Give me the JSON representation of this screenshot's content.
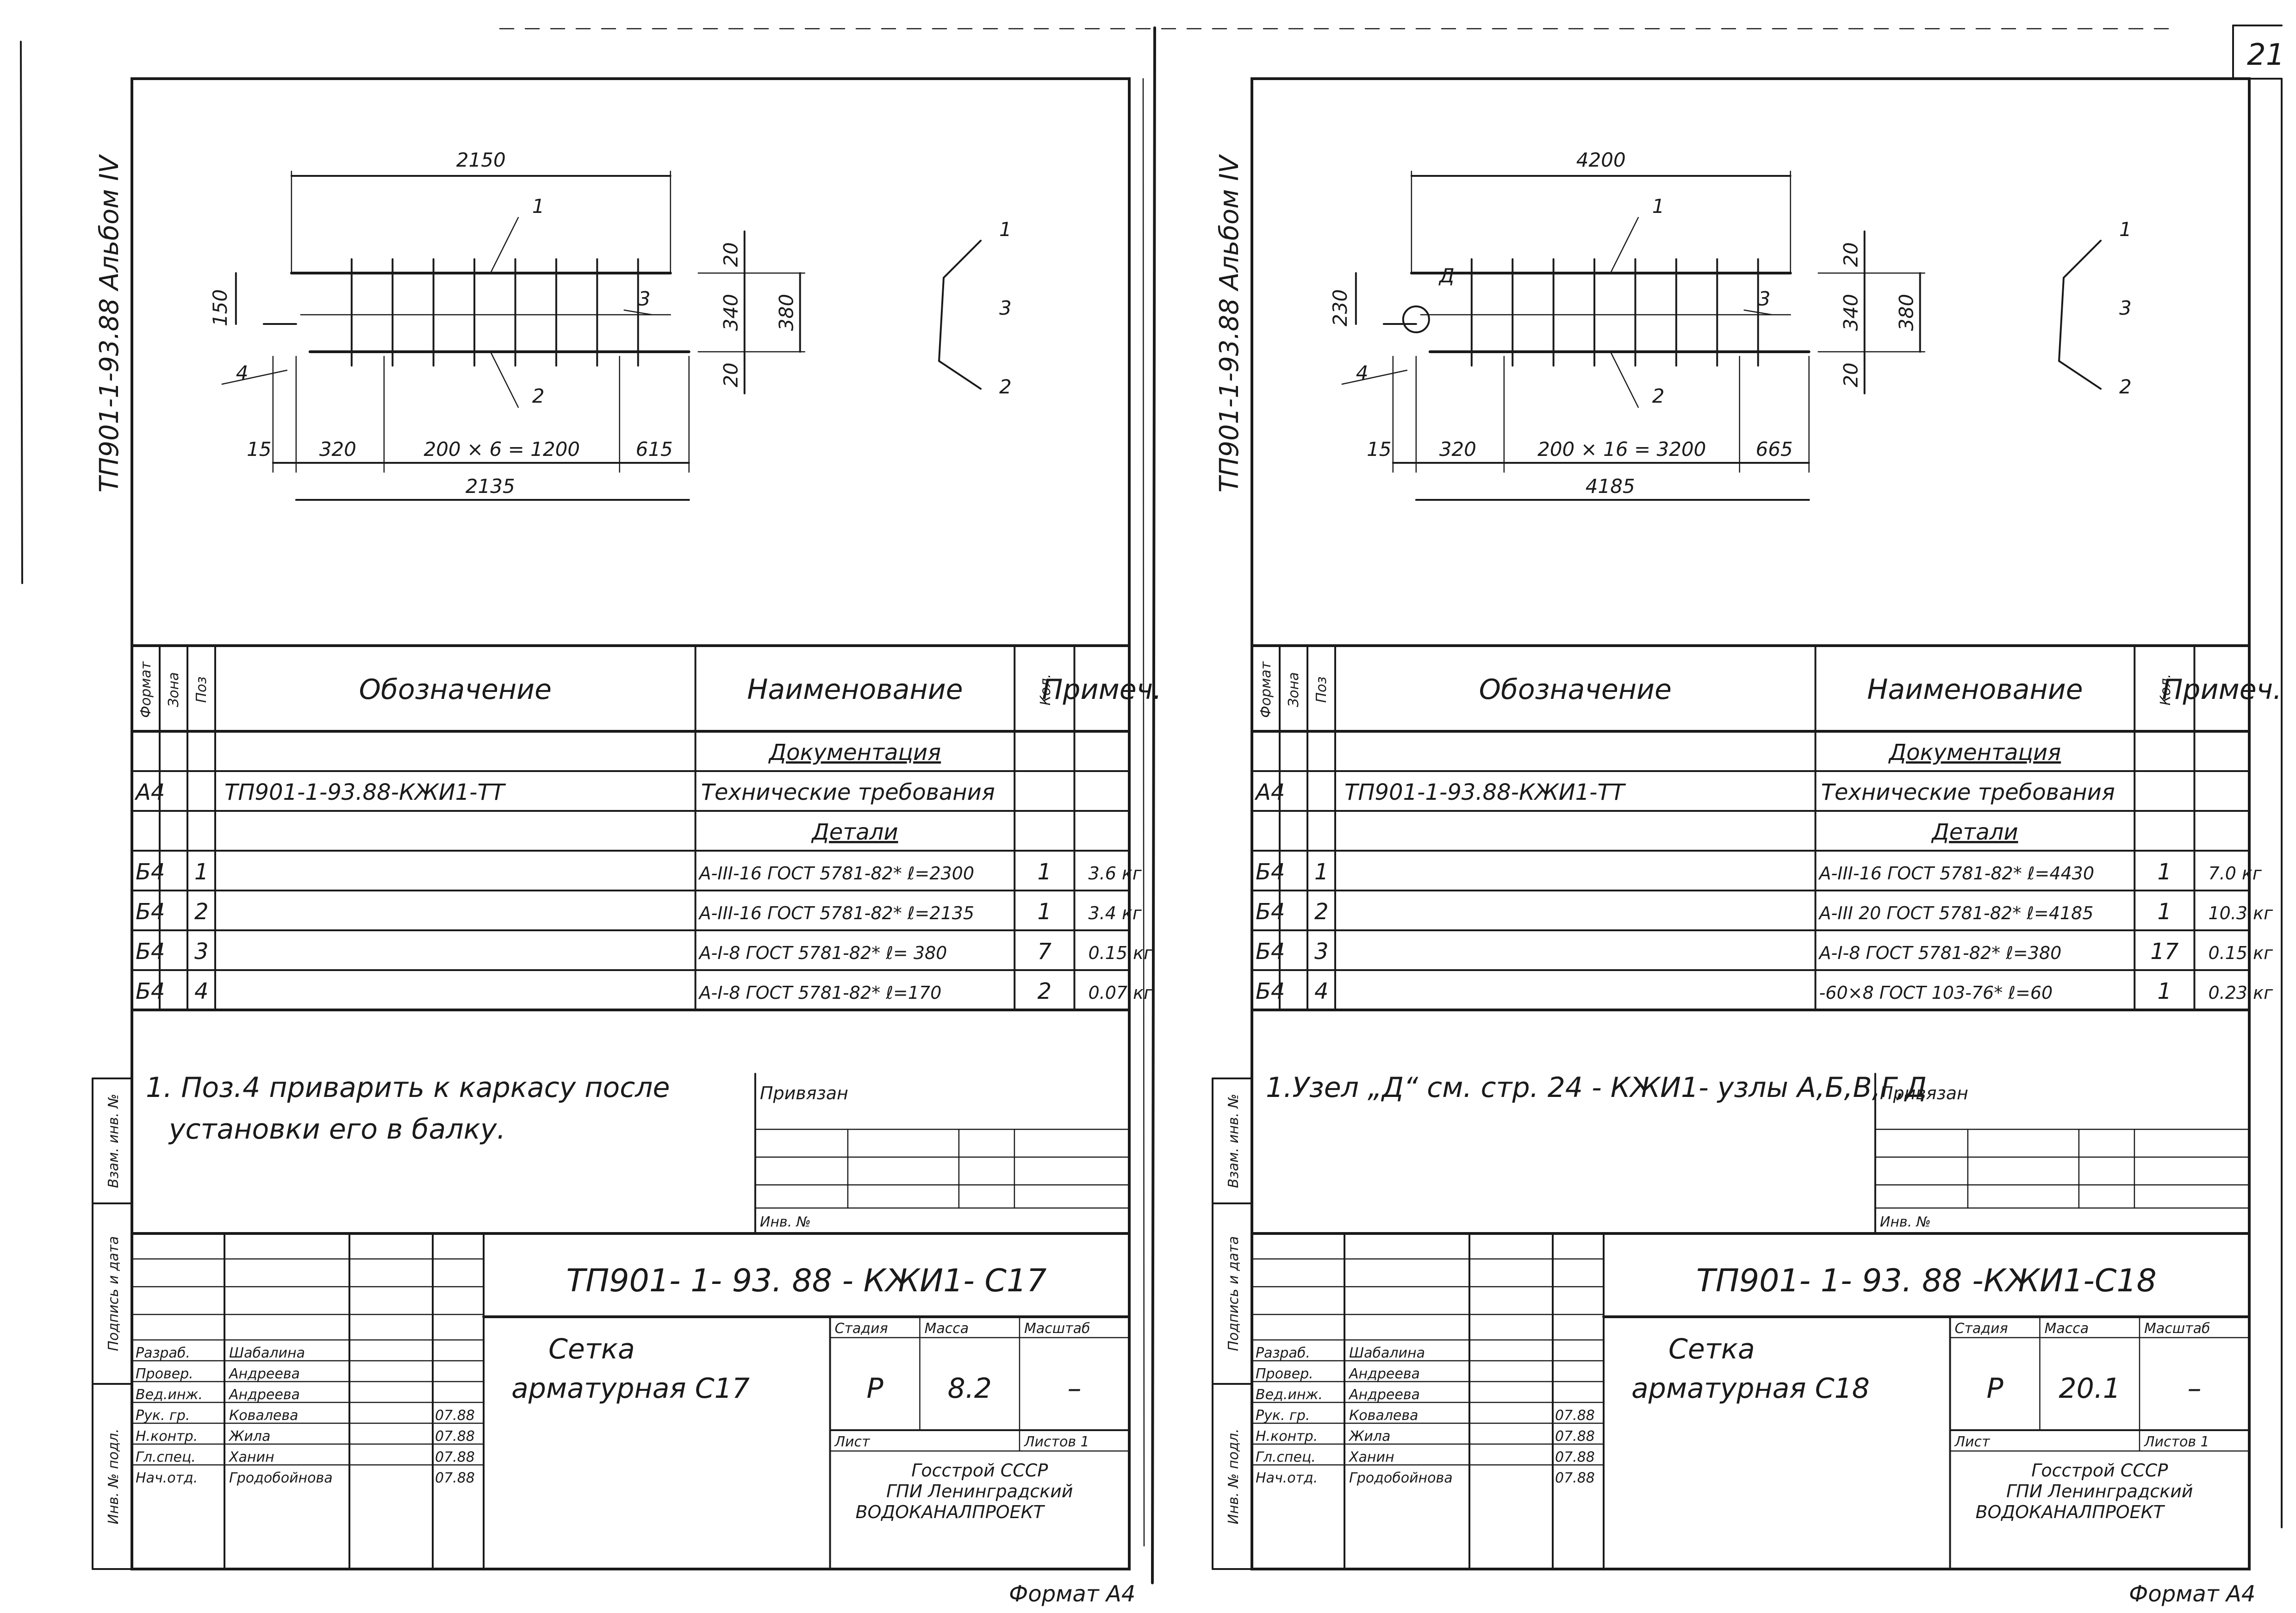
{
  "page_number": "21",
  "format_label": "Формат А4",
  "headers": {
    "format": "Формат",
    "zone": "Зона",
    "pos": "Поз",
    "designation": "Обозначение",
    "name": "Наименование",
    "qty": "Кол.",
    "note": "Примеч."
  },
  "side_labels": {
    "inv_sub": "Инв. № подл.",
    "sign_date": "Подпись и дата",
    "vzam_inv": "Взам. инв. №"
  },
  "title_block_labels": {
    "stage": "Стадия",
    "mass": "Масса",
    "scale": "Масштаб",
    "sheet": "Лист",
    "sheets": "Листов 1",
    "attached": "Привязан",
    "inv_no": "Инв. №"
  },
  "roles": [
    "Разраб.",
    "Провер.",
    "Вед.инж.",
    "Рук. гр.",
    "Н.контр.",
    "Гл.спец.",
    "Нач.отд."
  ],
  "org": [
    "Госстрой СССР",
    "ГПИ Ленинградский",
    "ВОДОКАНАЛПРОЕКТ"
  ],
  "sheets": [
    {
      "album_label": "ТП901-1-93.88 Альбом IV",
      "dims": {
        "top_len": "2150",
        "bottom_len": "2135",
        "offset": "150",
        "seg_start": "15",
        "seg_first": "320",
        "seg_mid": "200 × 6 = 1200",
        "seg_end": "615",
        "h_top": "20",
        "h_mid": "340",
        "h_total": "380",
        "h_bot": "20",
        "node": ""
      },
      "pos_labels": [
        "1",
        "2",
        "3",
        "4"
      ],
      "section_labels": [
        "1",
        "3",
        "2"
      ],
      "doc_row": {
        "fmt": "А4",
        "designation": "ТП901-1-93.88-КЖИ1-ТТ",
        "name": "Технические требования"
      },
      "sections": {
        "docs": "Документация",
        "parts": "Детали"
      },
      "rows": [
        {
          "fmt": "Б4",
          "pos": "1",
          "name": "А-III-16 ГОСТ 5781-82* ℓ=2300",
          "qty": "1",
          "note": "3.6 кг"
        },
        {
          "fmt": "Б4",
          "pos": "2",
          "name": "А-III-16 ГОСТ 5781-82* ℓ=2135",
          "qty": "1",
          "note": "3.4 кг"
        },
        {
          "fmt": "Б4",
          "pos": "3",
          "name": "А-I-8 ГОСТ 5781-82* ℓ= 380",
          "qty": "7",
          "note": "0.15 кг"
        },
        {
          "fmt": "Б4",
          "pos": "4",
          "name": "А-I-8 ГОСТ 5781-82* ℓ=170",
          "qty": "2",
          "note": "0.07 кг"
        }
      ],
      "note_lines": [
        "1. Поз.4 приварить к каркасу после",
        "установки его в балку."
      ],
      "code": "ТП901- 1- 93. 88 - КЖИ1- С17",
      "title_lines": [
        "Сетка",
        "арматурная С17"
      ],
      "stage": "Р",
      "mass": "8.2",
      "scale": "–",
      "names": [
        "Шабалина",
        "Андреева",
        "Андреева",
        "Ковалева",
        "Жила",
        "Ханин",
        "Гродобойнова"
      ],
      "dates": [
        "",
        "",
        "",
        "07.88",
        "07.88",
        "07.88",
        "07.88"
      ]
    },
    {
      "album_label": "ТП901-1-93.88 Альбом IV",
      "dims": {
        "top_len": "4200",
        "bottom_len": "4185",
        "offset": "230",
        "seg_start": "15",
        "seg_first": "320",
        "seg_mid": "200 × 16 = 3200",
        "seg_end": "665",
        "h_top": "20",
        "h_mid": "340",
        "h_total": "380",
        "h_bot": "20",
        "node": "Д"
      },
      "pos_labels": [
        "1",
        "2",
        "3",
        "4"
      ],
      "section_labels": [
        "1",
        "3",
        "2"
      ],
      "doc_row": {
        "fmt": "А4",
        "designation": "ТП901-1-93.88-КЖИ1-ТТ",
        "name": "Технические требования"
      },
      "sections": {
        "docs": "Документация",
        "parts": "Детали"
      },
      "rows": [
        {
          "fmt": "Б4",
          "pos": "1",
          "name": "А-III-16 ГОСТ 5781-82* ℓ=4430",
          "qty": "1",
          "note": "7.0 кг"
        },
        {
          "fmt": "Б4",
          "pos": "2",
          "name": "А-III 20 ГОСТ 5781-82* ℓ=4185",
          "qty": "1",
          "note": "10.3 кг"
        },
        {
          "fmt": "Б4",
          "pos": "3",
          "name": "А-I-8 ГОСТ 5781-82* ℓ=380",
          "qty": "17",
          "note": "0.15 кг"
        },
        {
          "fmt": "Б4",
          "pos": "4",
          "name": "-60×8 ГОСТ 103-76* ℓ=60",
          "qty": "1",
          "note": "0.23 кг"
        }
      ],
      "note_lines": [
        "1.Узел „Д“ см. стр. 24 - КЖИ1- узлы А,Б,В,Г,Д",
        ""
      ],
      "code": "ТП901- 1- 93. 88  -КЖИ1-С18",
      "title_lines": [
        "Сетка",
        "арматурная С18"
      ],
      "stage": "Р",
      "mass": "20.1",
      "scale": "–",
      "names": [
        "Шабалина",
        "Андреева",
        "Андреева",
        "Ковалева",
        "Жила",
        "Ханин",
        "Гродобойнова"
      ],
      "dates": [
        "",
        "",
        "",
        "07.88",
        "07.88",
        "07.88",
        "07.88"
      ]
    }
  ]
}
